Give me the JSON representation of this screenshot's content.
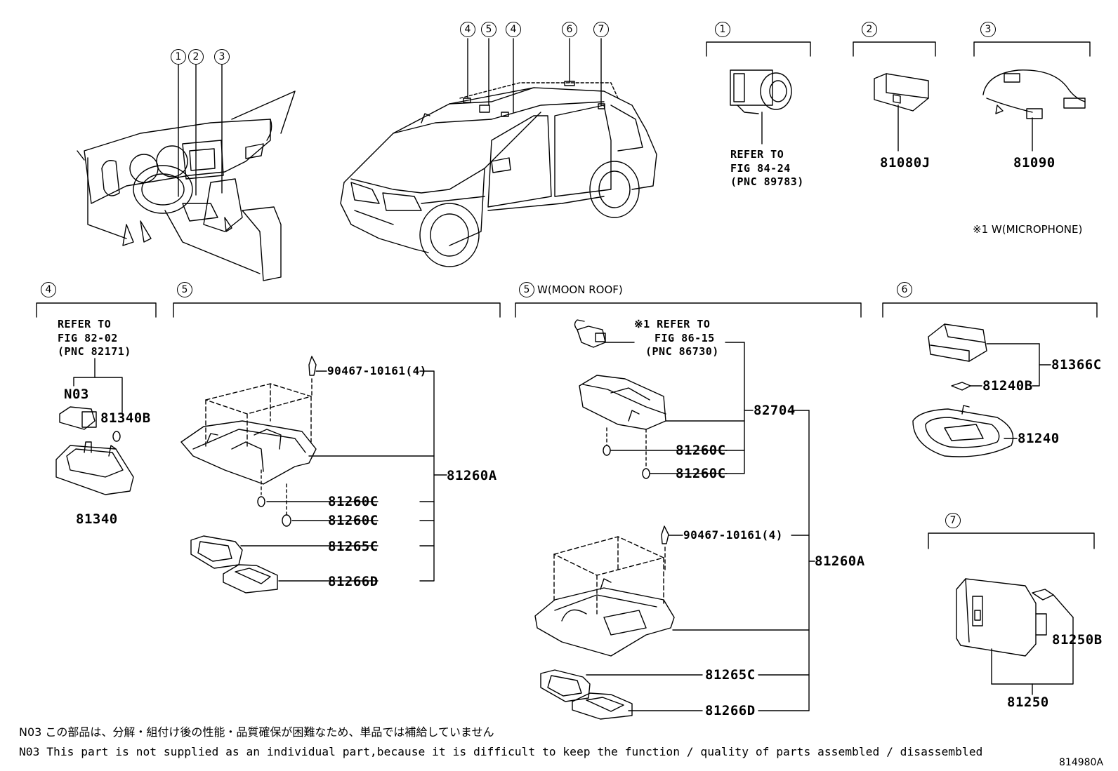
{
  "figure_id": "814980A",
  "callouts": {
    "c1": "1",
    "c2": "2",
    "c3": "3",
    "c4": "4",
    "c5": "5",
    "c6": "6",
    "c7": "7"
  },
  "top_sections": {
    "sec1": {
      "num": "1",
      "refer": [
        "REFER TO",
        "FIG 84-24",
        "(PNC 89783)"
      ]
    },
    "sec2": {
      "num": "2",
      "part": "81080J"
    },
    "sec3": {
      "num": "3",
      "part": "81090",
      "note": "※1 W(MICROPHONE)"
    }
  },
  "bottom_sections": {
    "s4": {
      "num": "4",
      "refer": [
        "REFER TO",
        "FIG 82-02",
        "(PNC 82171)"
      ],
      "n03": "N03",
      "p81340B": "81340B",
      "p81340": "81340"
    },
    "s5": {
      "num": "5",
      "screw": "90467-10161(4)",
      "assy": "81260A",
      "bulb1": "81260C",
      "bulb2": "81260C",
      "lens1": "81265C",
      "lens2": "81266D"
    },
    "s5m": {
      "num": "5",
      "title": "W(MOON ROOF)",
      "refer": [
        "※1 REFER TO",
        "FIG 86-15",
        "(PNC 86730)"
      ],
      "p82704": "82704",
      "bulb1": "81260C",
      "bulb2": "81260C",
      "screw": "90467-10161(4)",
      "assy": "81260A",
      "lens1": "81265C",
      "lens2": "81266D"
    },
    "s6": {
      "num": "6",
      "p81366C": "81366C",
      "p81240B": "81240B",
      "p81240": "81240"
    },
    "s7": {
      "num": "7",
      "p81250B": "81250B",
      "p81250": "81250"
    }
  },
  "notes": {
    "jp": "N03 この部品は、分解・組付け後の性能・品質確保が困難なため、単品では補給していません",
    "en": "N03 This part is not supplied as an individual part,because it is difficult to keep the function / quality of parts assembled / disassembled"
  }
}
